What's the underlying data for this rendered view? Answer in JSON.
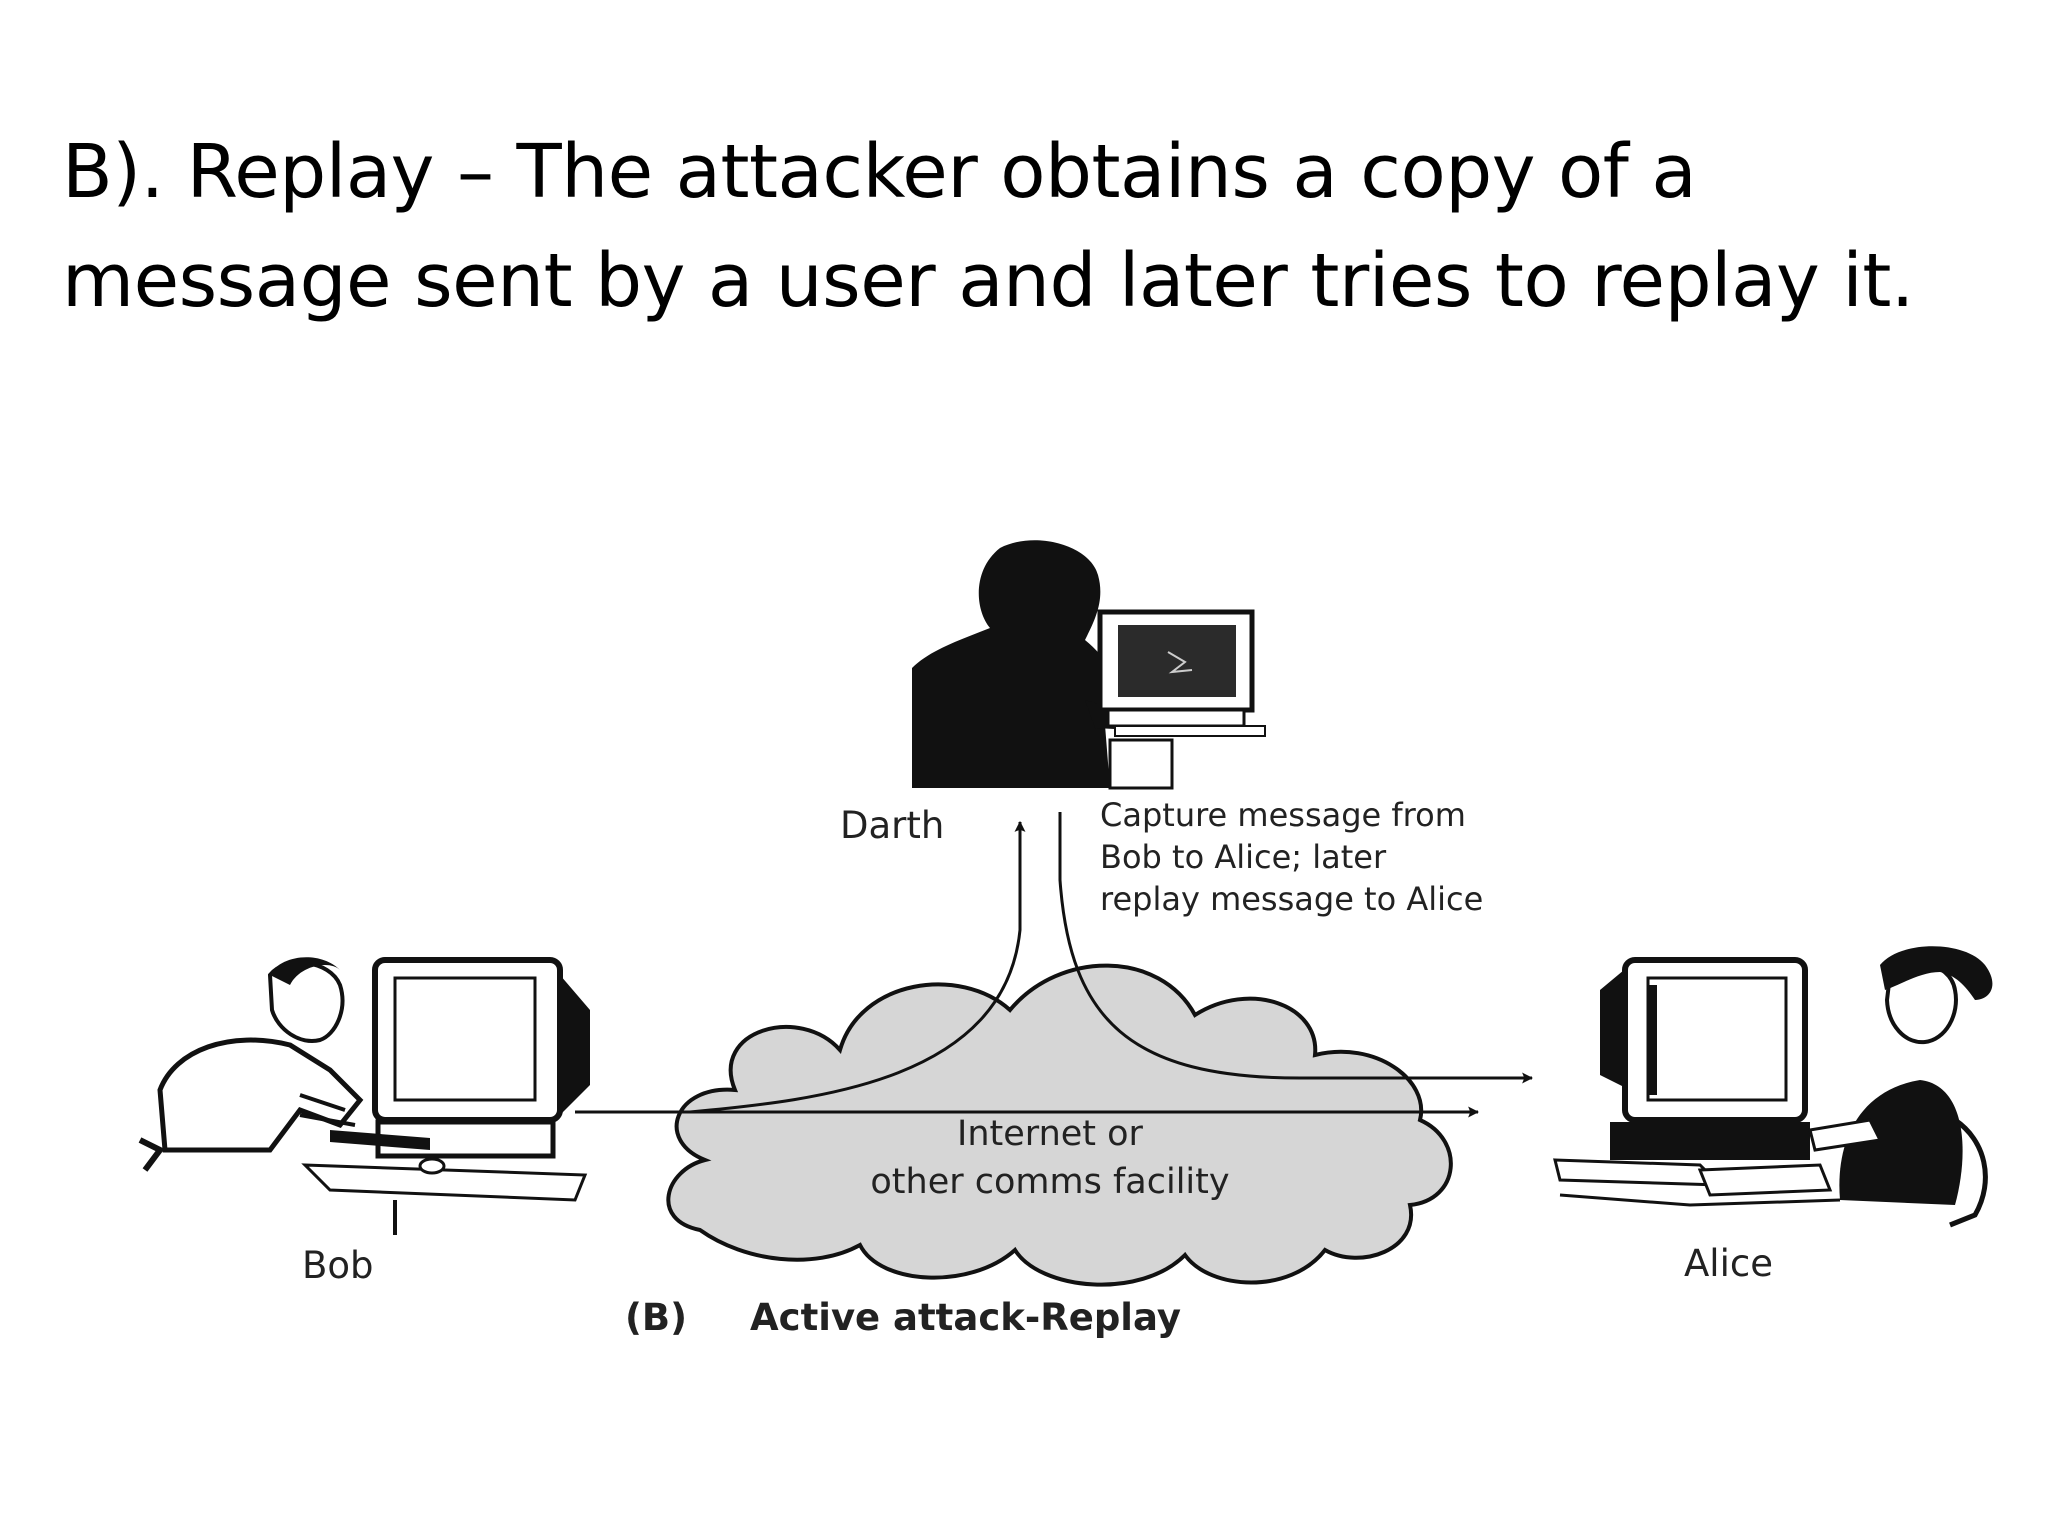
{
  "slide": {
    "title_line1": "B). Replay – The attacker obtains a copy of a",
    "title_line2": "message sent by a user and later tries to replay it."
  },
  "diagram": {
    "attacker_label": "Darth",
    "annotation_line1": "Capture message from",
    "annotation_line2": "Bob to Alice; later",
    "annotation_line3": "replay message to Alice",
    "network_line1": "Internet or",
    "network_line2": "other comms facility",
    "sender_label": "Bob",
    "receiver_label": "Alice",
    "caption_prefix": "(B)",
    "caption_text": "Active attack-Replay"
  },
  "colors": {
    "background": "#ffffff",
    "cloud_fill": "#d6d6d6",
    "ink": "#111111"
  }
}
